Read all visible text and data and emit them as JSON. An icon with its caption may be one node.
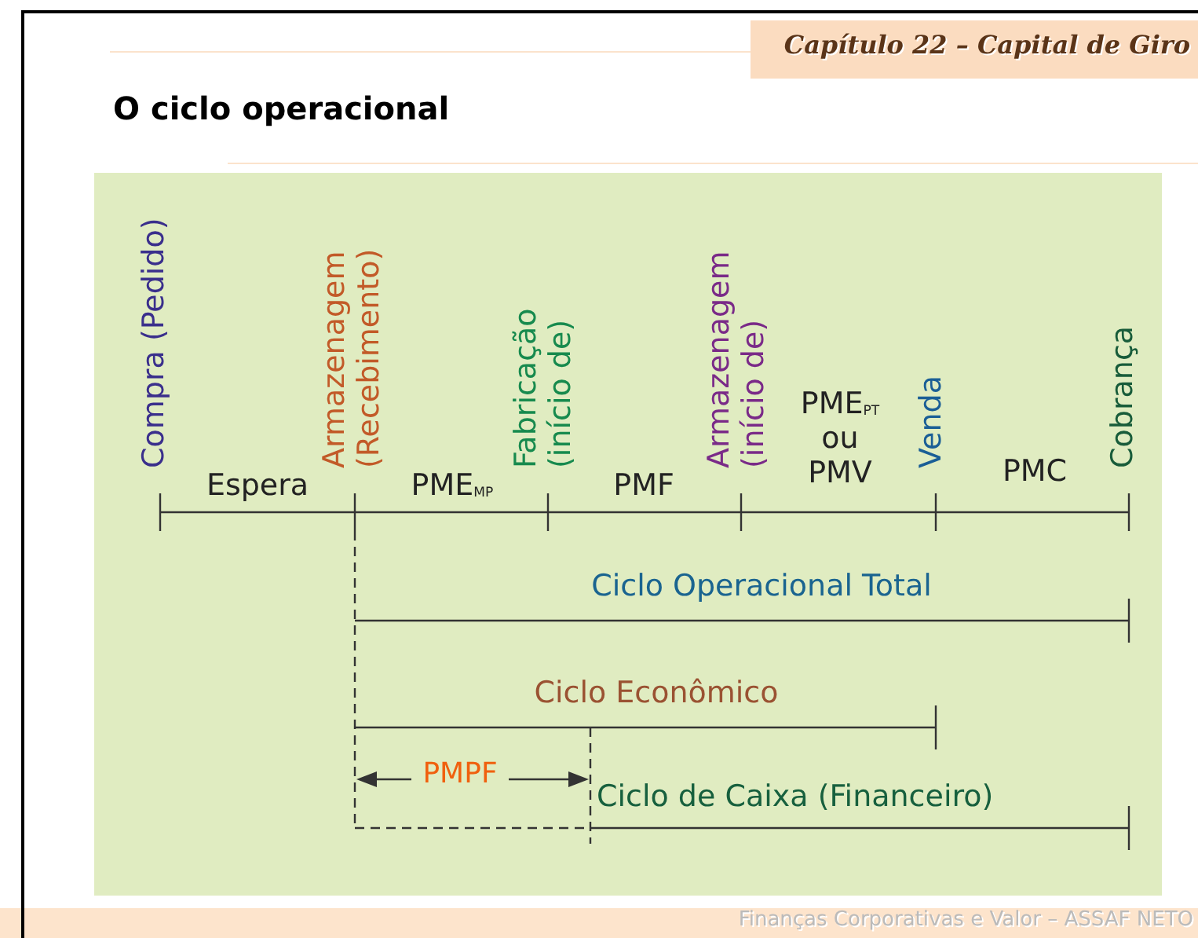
{
  "diagram": {
    "title": "O ciclo operacional",
    "labels": [
      "Capítulo 22 – Capital de Giro",
      "Compra (Pedido)",
      "Armazenagem (Recebimento)",
      "Fabricação (início de)",
      "Armazenagem (início de)",
      "PME$_{PT}$ ou PMV",
      "Venda",
      "Cobrança",
      "Espera",
      "PME$_{MP}$",
      "PMF",
      "PMC",
      "Ciclo Operacional Total",
      "Ciclo Econômico",
      "PMPF",
      "Ciclo de Caixa (Financeiro)",
      "Finanças Corporativas e Valor – ASSAF NETO"
    ]
  }
}
